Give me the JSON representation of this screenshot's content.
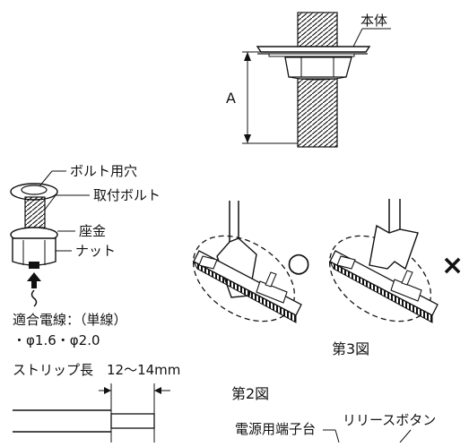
{
  "labels": {
    "body": "本体",
    "dimension_a": "A",
    "bolt_hole": "ボルト用穴",
    "mounting_bolt": "取付ボルト",
    "washer": "座金",
    "nut": "ナット",
    "wire_title": "適合電線：（単線）",
    "wire_sizes": "・φ1.6・φ2.0",
    "strip_length": "ストリップ長　12〜14mm",
    "fig2": "第2図",
    "fig3": "第3図",
    "power_terminal": "電源用端子台",
    "release_button": "リリースボタン",
    "ok_mark": "○",
    "ng_mark": "×"
  },
  "colors": {
    "line": "#111111",
    "background": "#ffffff"
  }
}
